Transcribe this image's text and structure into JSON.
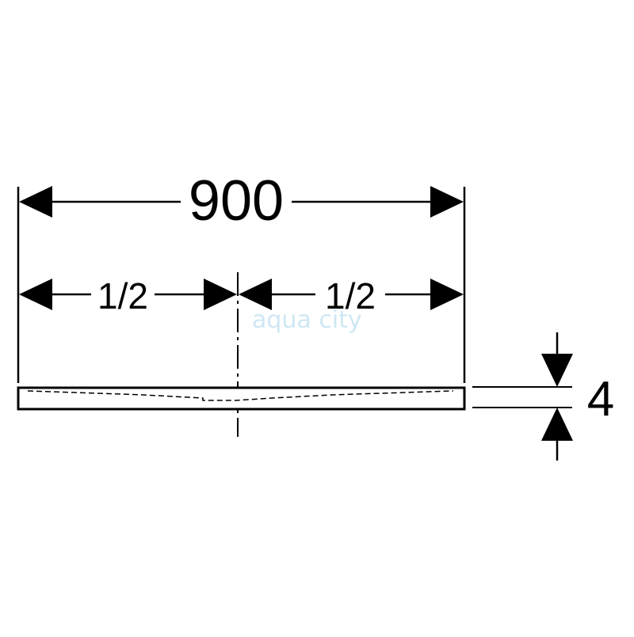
{
  "drawing": {
    "overall_width": "900",
    "left_half": "1/2",
    "right_half": "1/2",
    "thickness": "4",
    "watermark": "aqua city",
    "colors": {
      "line": "#000000",
      "background": "#ffffff",
      "watermark": "#cfe7f4"
    }
  }
}
